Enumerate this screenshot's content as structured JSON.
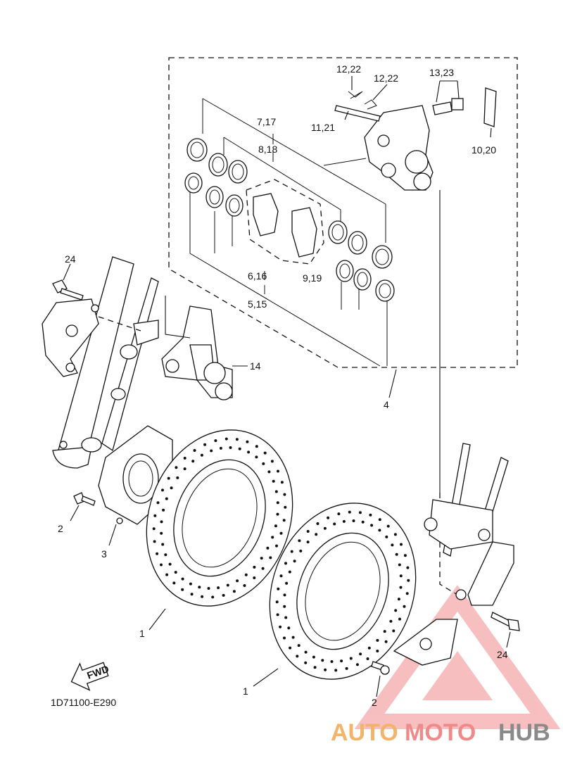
{
  "callouts": {
    "c12_22_left": "12,22",
    "c12_22_right": "12,22",
    "c13_23": "13,23",
    "c11_21": "11,21",
    "c10_20": "10,20",
    "c7_17": "7,17",
    "c8_18": "8,18",
    "c6_16": "6,16",
    "c9_19": "9,19",
    "c5_15": "5,15",
    "c24_top": "24",
    "c14": "14",
    "c4": "4",
    "c2_left": "2",
    "c3": "3",
    "c1_left": "1",
    "c1_right": "1",
    "c2_right": "2",
    "c24_right": "24"
  },
  "fwd_label": "FWD",
  "diagram_code": "1D71100-E290",
  "watermark": {
    "part1": "AUTO",
    "part2": "MOTO",
    "part3": "HUB"
  },
  "colors": {
    "watermark_orange": "#f2b36a",
    "watermark_red": "#f08a8a",
    "watermark_gray": "#8a8a8a"
  }
}
